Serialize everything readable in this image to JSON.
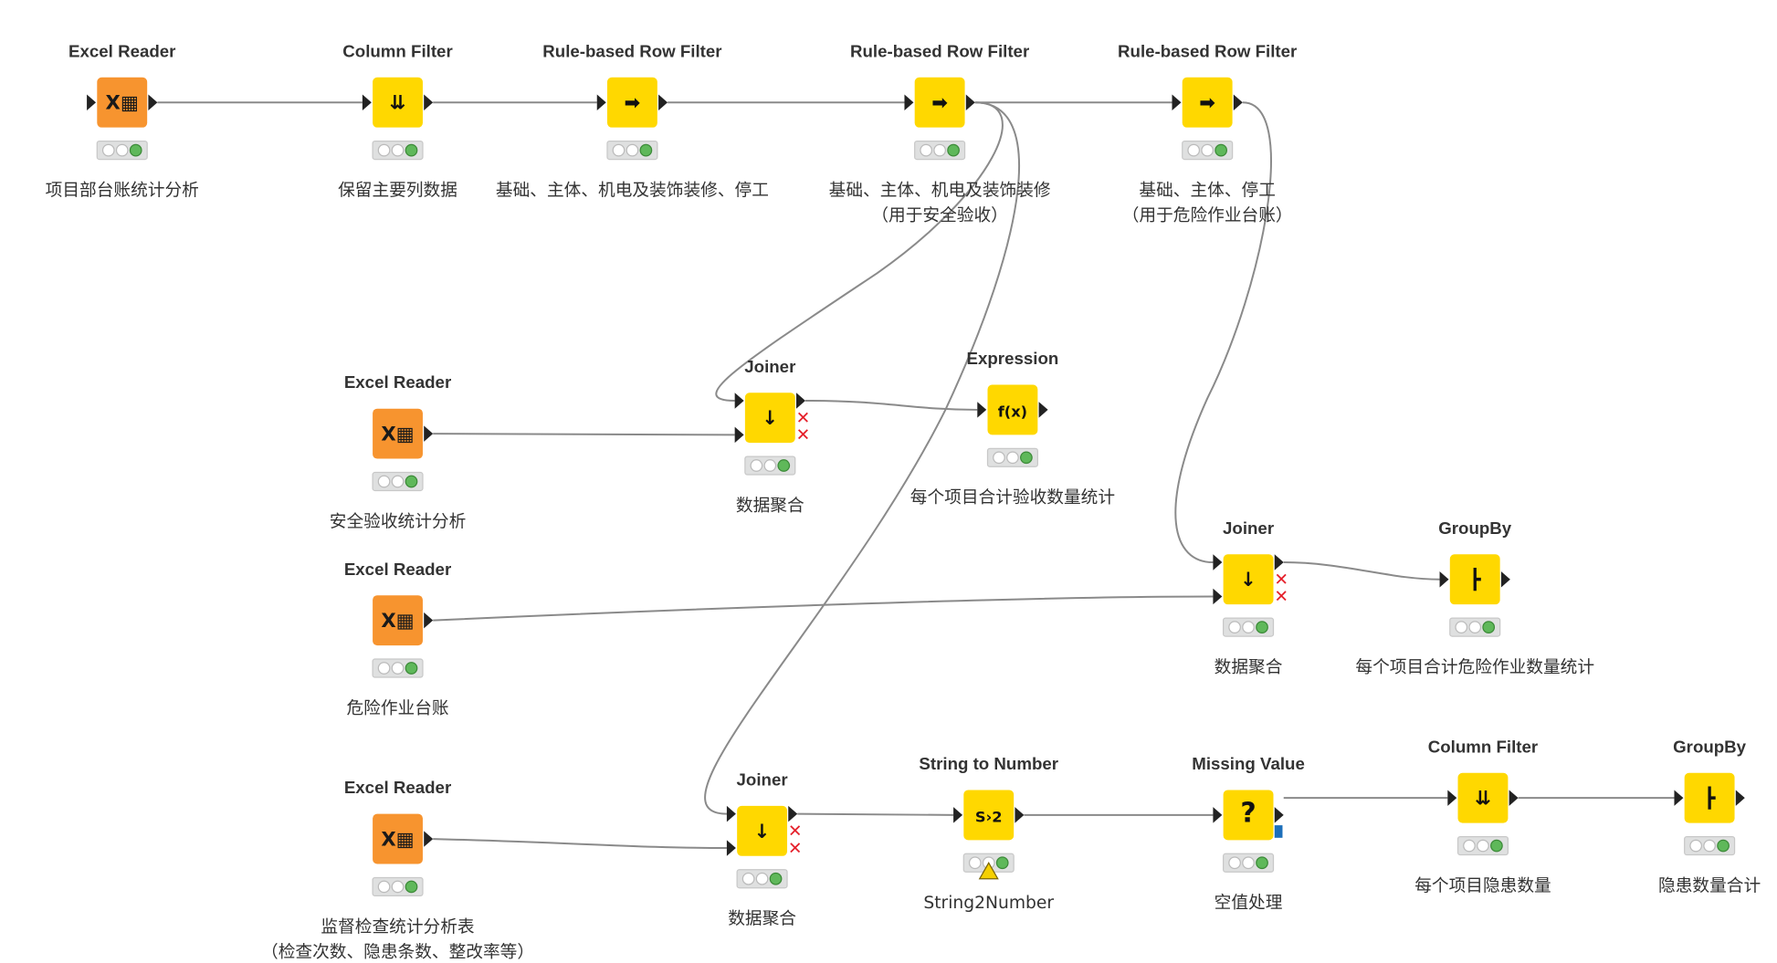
{
  "workflow": {
    "nodes": [
      {
        "id": "n1",
        "type": "excel-reader",
        "title": "Excel Reader",
        "annotation": [
          "项目部台账统计分析"
        ],
        "status": "executed"
      },
      {
        "id": "n2",
        "type": "column-filter",
        "title": "Column Filter",
        "annotation": [
          "保留主要列数据"
        ],
        "status": "executed"
      },
      {
        "id": "n3",
        "type": "rule-row-filter",
        "title": "Rule-based Row Filter",
        "annotation": [
          "基础、主体、机电及装饰装修、停工"
        ],
        "status": "executed"
      },
      {
        "id": "n4",
        "type": "rule-row-filter",
        "title": "Rule-based Row Filter",
        "annotation": [
          "基础、主体、机电及装饰装修",
          "（用于安全验收）"
        ],
        "status": "executed"
      },
      {
        "id": "n5",
        "type": "rule-row-filter",
        "title": "Rule-based Row Filter",
        "annotation": [
          "基础、主体、停工",
          "（用于危险作业台账）"
        ],
        "status": "executed"
      },
      {
        "id": "n6",
        "type": "excel-reader",
        "title": "Excel Reader",
        "annotation": [
          "安全验收统计分析"
        ],
        "status": "executed"
      },
      {
        "id": "n7",
        "type": "joiner",
        "title": "Joiner",
        "annotation": [
          "数据聚合"
        ],
        "status": "executed"
      },
      {
        "id": "n8",
        "type": "expression",
        "title": "Expression",
        "annotation": [
          "每个项目合计验收数量统计"
        ],
        "status": "executed"
      },
      {
        "id": "n9",
        "type": "excel-reader",
        "title": "Excel Reader",
        "annotation": [
          "危险作业台账"
        ],
        "status": "executed"
      },
      {
        "id": "n10",
        "type": "joiner",
        "title": "Joiner",
        "annotation": [
          "数据聚合"
        ],
        "status": "executed"
      },
      {
        "id": "n11",
        "type": "groupby",
        "title": "GroupBy",
        "annotation": [
          "每个项目合计危险作业数量统计"
        ],
        "status": "executed"
      },
      {
        "id": "n12",
        "type": "excel-reader",
        "title": "Excel Reader",
        "annotation": [
          "监督检查统计分析表",
          "（检查次数、隐患条数、整改率等）"
        ],
        "status": "executed"
      },
      {
        "id": "n13",
        "type": "joiner",
        "title": "Joiner",
        "annotation": [
          "数据聚合"
        ],
        "status": "executed"
      },
      {
        "id": "n14",
        "type": "string-to-number",
        "title": "String to Number",
        "annotation": [
          "String2Number"
        ],
        "status": "executed-warning"
      },
      {
        "id": "n15",
        "type": "missing-value",
        "title": "Missing Value",
        "annotation": [
          "空值处理"
        ],
        "status": "executed"
      },
      {
        "id": "n16",
        "type": "column-filter",
        "title": "Column Filter",
        "annotation": [
          "每个项目隐患数量"
        ],
        "status": "executed"
      },
      {
        "id": "n17",
        "type": "groupby",
        "title": "GroupBy",
        "annotation": [
          "隐患数量合计"
        ],
        "status": "executed"
      }
    ],
    "icon_glyphs": {
      "excel-reader": "X▦",
      "column-filter": "⇊",
      "rule-row-filter": "➡",
      "joiner": "↓",
      "expression": "f(x)",
      "groupby": "┣",
      "string-to-number": "S›2",
      "missing-value": "?"
    },
    "colors": {
      "source": "#f7942f",
      "manipulator": "#ffd800",
      "green": "#5fb85a",
      "edge": "#8a8a8a",
      "error": "#e5202b",
      "flow-var": "#1d6fba"
    }
  }
}
